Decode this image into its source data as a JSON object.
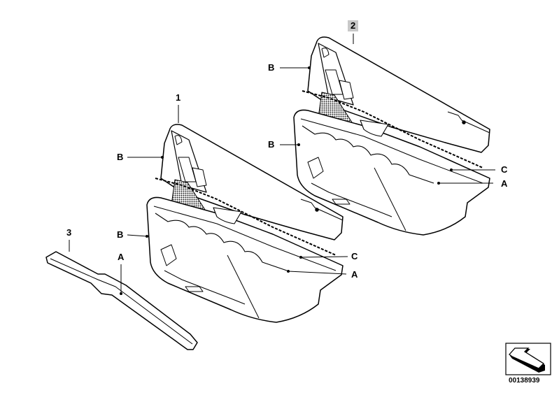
{
  "diagram": {
    "parts": [
      {
        "number": "1",
        "highlighted": false
      },
      {
        "number": "2",
        "highlighted": true
      },
      {
        "number": "3",
        "highlighted": false
      }
    ],
    "labels": {
      "p2_b_upper": "B",
      "p2_b_lower": "B",
      "p2_c": "C",
      "p2_a": "A",
      "p1_b_upper": "B",
      "p1_b_lower": "B",
      "p1_c": "C",
      "p1_a": "A",
      "p3_a": "A"
    },
    "diagram_code": "00138939",
    "highlight_color": "#c8c8c8",
    "icon": "arrow-symbol-icon"
  }
}
